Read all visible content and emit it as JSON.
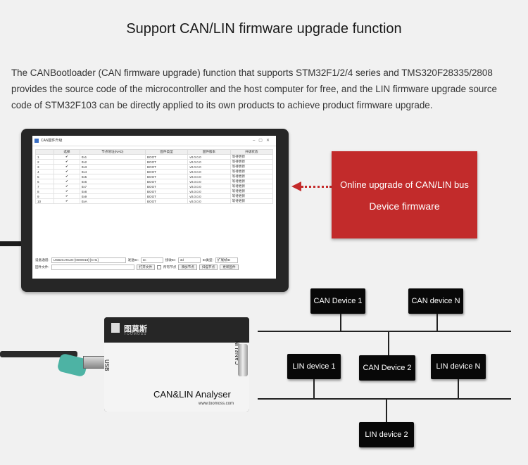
{
  "title": "Support CAN/LIN firmware upgrade function",
  "description": "The CANBootloader (CAN firmware upgrade) function that supports STM32F1/2/4 series and TMS320F28335/2808 provides the source code of the microcontroller and the host computer for free, and the LIN firmware upgrade source code of STM32F103 can be directly applied to its own products to achieve product firmware upgrade.",
  "app_window": {
    "title": "CAN固件升级",
    "columns": [
      "",
      "选择",
      "节点地址(NAD)",
      "固件类型",
      "固件版本",
      "升级状态"
    ],
    "rows": [
      {
        "n": "1",
        "addr": "0x1",
        "type": "BOOT",
        "ver": "v0.0.0.0",
        "status": "等待更新"
      },
      {
        "n": "2",
        "addr": "0x2",
        "type": "BOOT",
        "ver": "v0.0.0.0",
        "status": "等待更新"
      },
      {
        "n": "3",
        "addr": "0x3",
        "type": "BOOT",
        "ver": "v0.0.0.0",
        "status": "等待更新"
      },
      {
        "n": "4",
        "addr": "0x4",
        "type": "BOOT",
        "ver": "v0.0.0.0",
        "status": "等待更新"
      },
      {
        "n": "5",
        "addr": "0x5",
        "type": "BOOT",
        "ver": "v0.0.0.0",
        "status": "等待更新"
      },
      {
        "n": "6",
        "addr": "0x6",
        "type": "BOOT",
        "ver": "v0.0.0.0",
        "status": "等待更新"
      },
      {
        "n": "7",
        "addr": "0x7",
        "type": "BOOT",
        "ver": "v0.0.0.0",
        "status": "等待更新"
      },
      {
        "n": "8",
        "addr": "0x8",
        "type": "BOOT",
        "ver": "v0.0.0.0",
        "status": "等待更新"
      },
      {
        "n": "9",
        "addr": "0x9",
        "type": "BOOT",
        "ver": "v0.0.0.0",
        "status": "等待更新"
      },
      {
        "n": "10",
        "addr": "0xA",
        "type": "BOOT",
        "ver": "v0.0.0.0",
        "status": "等待更新"
      }
    ],
    "device_channel_label": "设备通道:",
    "device_channel_value": "USB2CANLIN-[0000018]-[CH1]",
    "send_id_label": "发送ID:",
    "send_id_value": "3c",
    "recv_id_label": "接收ID:",
    "recv_id_value": "3d",
    "id_type_label": "ID类型:",
    "id_type_value": "扩展帧ID",
    "firmware_file_label": "固件文件:",
    "open_file_label": "打开文件",
    "all_nodes_label": "所有节点",
    "add_node_label": "添加节点",
    "scan_nodes_label": "扫描节点",
    "update_firmware_label": "更新固件"
  },
  "callout": {
    "line1": "Online upgrade of CAN/LIN bus",
    "line2": "Device firmware"
  },
  "network": {
    "can_device_1": "CAN Device 1",
    "can_device_n": "CAN device N",
    "lin_device_1": "LIN device 1",
    "can_device_2": "CAN Device 2",
    "lin_device_n": "LIN device N",
    "lin_device_2": "LIN device 2"
  },
  "analyser": {
    "brand": "图莫斯",
    "brand_sub": "TOOMOSS",
    "usb_label": "USB",
    "canlin_label": "CAN&LIN",
    "model": "CAN&LIN Analyser",
    "url": "www.toomoss.com"
  }
}
